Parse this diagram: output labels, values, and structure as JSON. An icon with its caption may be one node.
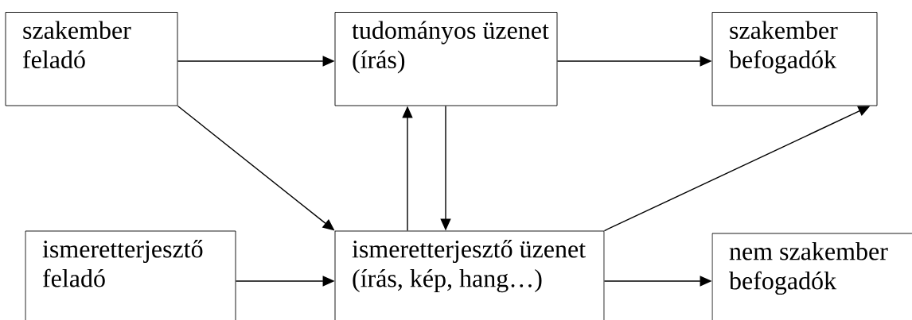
{
  "diagram": {
    "nodes": [
      {
        "text": [
          "szakember feladó"
        ]
      },
      {
        "text": [
          "tudományos üzenet (írás)"
        ]
      },
      {
        "text": [
          "szakember befogadók"
        ]
      },
      {
        "text": [
          "ismeretterjesztő feladó"
        ]
      },
      {
        "text": [
          "ismeretterjesztő üzenet (írás, kép, hang…)"
        ]
      },
      {
        "text": [
          "nem szakember befogadók"
        ]
      }
    ],
    "edges": [
      {
        "from": 0,
        "to": 1,
        "arrow": "to"
      },
      {
        "from": 1,
        "to": 2,
        "arrow": "to"
      },
      {
        "from": 0,
        "to": 4,
        "arrow": "to"
      },
      {
        "from": 4,
        "to": 1,
        "arrow": "to"
      },
      {
        "from": 1,
        "to": 4,
        "arrow": "to"
      },
      {
        "from": 3,
        "to": 4,
        "arrow": "to"
      },
      {
        "from": 4,
        "to": 5,
        "arrow": "to"
      },
      {
        "from": 4,
        "to": 2,
        "arrow": "to"
      }
    ]
  }
}
